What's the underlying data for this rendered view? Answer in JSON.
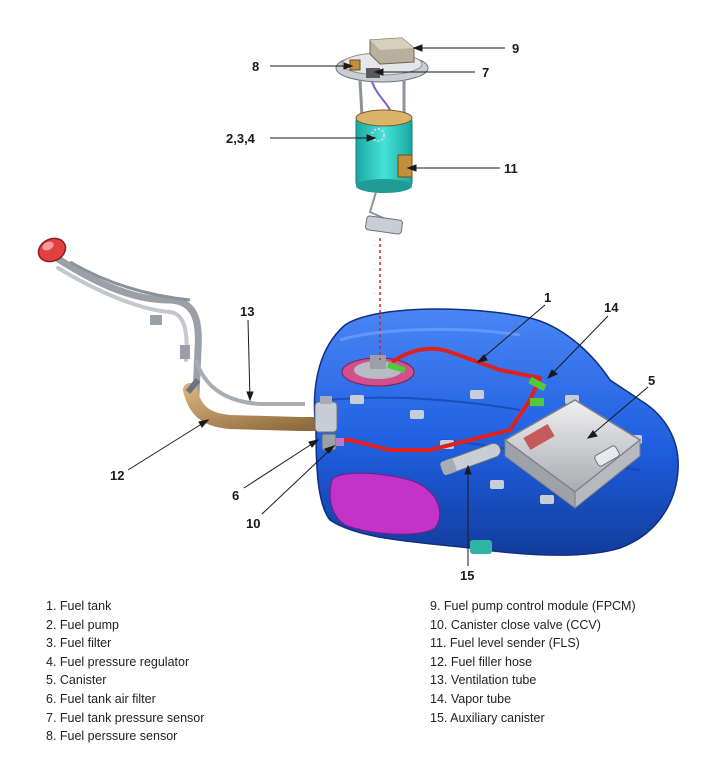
{
  "callouts": {
    "c1": "1",
    "c234": "2,3,4",
    "c5": "5",
    "c6": "6",
    "c7": "7",
    "c8": "8",
    "c9": "9",
    "c10": "10",
    "c11": "11",
    "c12": "12",
    "c13": "13",
    "c14": "14",
    "c15": "15"
  },
  "legend_left": [
    "1. Fuel tank",
    "2. Fuel pump",
    "3. Fuel filter",
    "4. Fuel pressure regulator",
    "5. Canister",
    "6. Fuel tank air filter",
    "7. Fuel tank pressure sensor",
    "8. Fuel perssure sensor"
  ],
  "legend_right": [
    "9. Fuel pump control module (FPCM)",
    "10. Canister close valve (CCV)",
    "11. Fuel level sender (FLS)",
    "12. Fuel filler hose",
    "13. Ventilation tube",
    "14. Vapor tube",
    "15. Auxiliary canister"
  ],
  "colors": {
    "tank": "#1f5fe0",
    "tank_dark": "#123c9c",
    "pump_body": "#2fd0c8",
    "vapor_tube": "#e0201c",
    "canister": "#d8d8dc",
    "filler_neck": "#e24040",
    "lower_part": "#c433c8",
    "green_valve": "#52c83a"
  }
}
